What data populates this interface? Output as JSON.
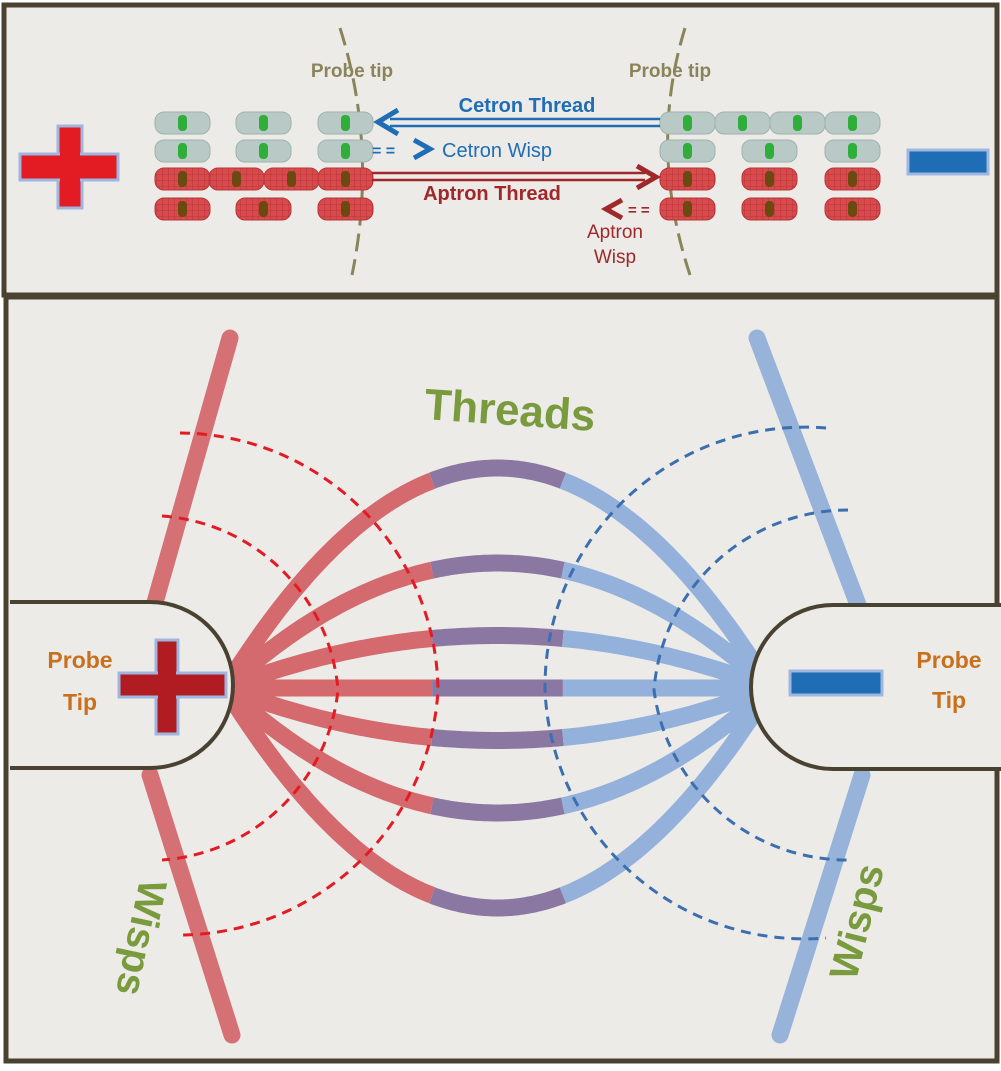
{
  "top_panel": {
    "left_probe_label": "Probe tip",
    "right_probe_label": "Probe tip",
    "cetron_thread_label": "Cetron Thread",
    "cetron_wisp_label": "Cetron Wisp",
    "aptron_thread_label": "Aptron Thread",
    "aptron_wisp_label_line1": "Aptron",
    "aptron_wisp_label_line2": "Wisp",
    "positive_symbol": "+",
    "negative_symbol": "−"
  },
  "bottom_panel": {
    "threads_label": "Threads",
    "left_wisps_label": "Wisps",
    "right_wisps_label": "Wisps",
    "left_probe_label_line1": "Probe",
    "left_probe_label_line2": "Tip",
    "right_probe_label_line1": "Probe",
    "right_probe_label_line2": "Tip"
  },
  "colors": {
    "background": "#edebe8",
    "frame": "#4a4230",
    "positive": "#e31b23",
    "positive_dark": "#b01c22",
    "negative": "#1e6db5",
    "thread_red": "#d46a6e",
    "thread_blue": "#93b1da",
    "thread_mix": "#8a78a3",
    "wisp_green": "#7a9a3e",
    "probe_label": "#c8701e",
    "probe_tip_olive": "#8a845a",
    "aptron_text": "#a0282a"
  }
}
